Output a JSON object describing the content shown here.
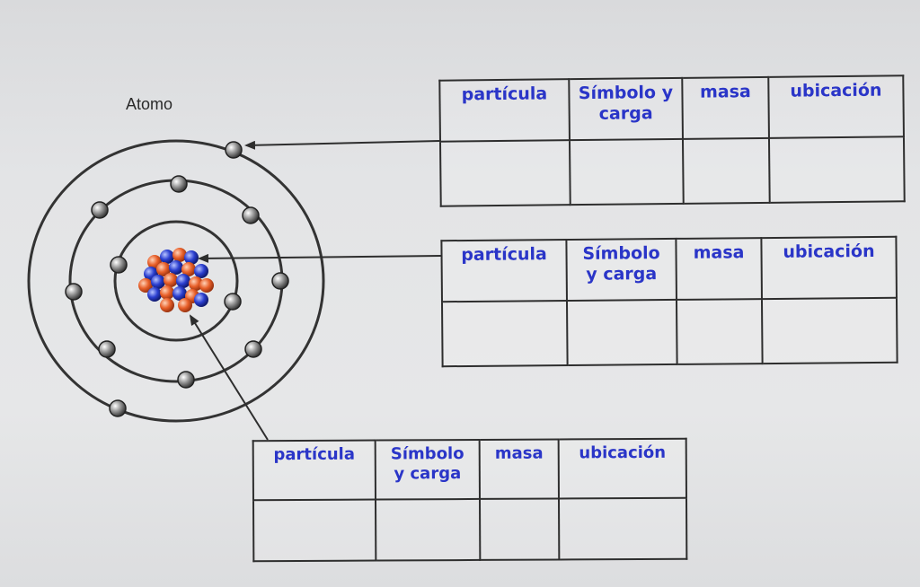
{
  "diagram": {
    "title": "Atomo"
  },
  "tables": [
    {
      "headers": [
        "partícula",
        "Símbolo y carga",
        "masa",
        "ubicación"
      ],
      "row": [
        "",
        "",
        "",
        ""
      ]
    },
    {
      "headers": [
        "partícula",
        "Símbolo y carga",
        "masa",
        "ubicación"
      ],
      "row": [
        "",
        "",
        "",
        ""
      ]
    },
    {
      "headers": [
        "partícula",
        "Símbolo y carga",
        "masa",
        "ubicación"
      ],
      "row": [
        "",
        "",
        "",
        ""
      ]
    }
  ],
  "colors": {
    "header_text": "#2a35c8",
    "proton": "#e8602a",
    "neutron": "#2b3fd0",
    "electron": "#6e6e6e",
    "lines": "#2e2e2e"
  }
}
